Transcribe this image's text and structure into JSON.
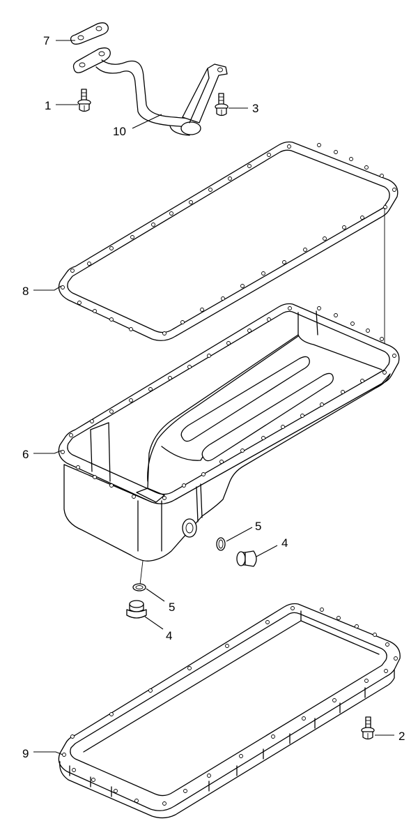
{
  "callouts": {
    "c1": "1",
    "c2": "2",
    "c3": "3",
    "c4a": "4",
    "c4b": "4",
    "c5a": "5",
    "c5b": "5",
    "c6": "6",
    "c7": "7",
    "c8": "8",
    "c9": "9",
    "c10": "10"
  },
  "parts": {
    "p1": "bolt",
    "p2": "bolt",
    "p3": "bolt",
    "p4": "drain plug",
    "p5": "o-ring",
    "p6": "oil pan",
    "p7": "gasket",
    "p8": "oil pan gasket",
    "p9": "adapter plate",
    "p10": "oil suction pipe"
  },
  "colors": {
    "line": "#000000",
    "background": "#ffffff"
  }
}
